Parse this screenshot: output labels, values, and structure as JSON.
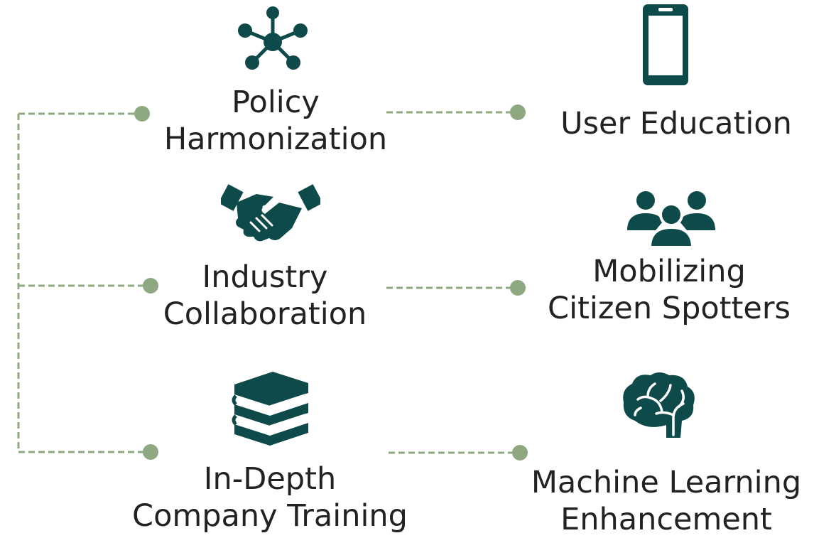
{
  "colors": {
    "icon": "#0f4a4a",
    "connector": "#8ea882",
    "text": "#222222"
  },
  "left_items": [
    {
      "line1": "Policy",
      "line2": "Harmonization",
      "icon": "network-hub-icon"
    },
    {
      "line1": "Industry",
      "line2": "Collaboration",
      "icon": "handshake-icon"
    },
    {
      "line1": "In-Depth",
      "line2": "Company Training",
      "icon": "books-icon"
    }
  ],
  "right_items": [
    {
      "line1": "User Education",
      "line2": "",
      "icon": "smartphone-icon"
    },
    {
      "line1": "Mobilizing",
      "line2": "Citizen Spotters",
      "icon": "people-group-icon"
    },
    {
      "line1": "Machine Learning",
      "line2": "Enhancement",
      "icon": "brain-icon"
    }
  ]
}
